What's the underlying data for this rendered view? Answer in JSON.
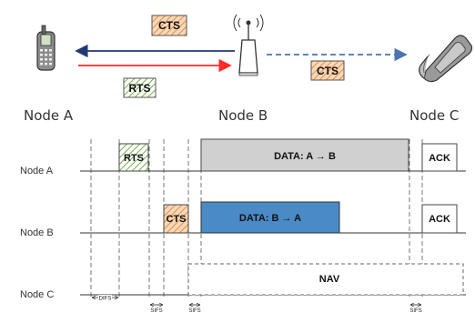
{
  "nodes": {
    "a": "Node A",
    "b": "Node B",
    "c": "Node C"
  },
  "arrows": {
    "cts_top": "CTS",
    "rts": "RTS",
    "cts_right": "CTS"
  },
  "timeline": {
    "rows": [
      "Node A",
      "Node B",
      "Node C"
    ],
    "rts": "RTS",
    "cts": "CTS",
    "data_ab": "DATA: A → B",
    "data_ba": "DATA: B → A",
    "ack_a": "ACK",
    "ack_b": "ACK",
    "nav": "NAV",
    "difs": "DIFS",
    "sifs1": "SIFS",
    "sifs2": "SIFS",
    "sifs3": "SIFS"
  },
  "colors": {
    "rts_arrow": "#ff2a2a",
    "cts_arrow": "#1f3a73",
    "rts_fill": "#6fb04a",
    "cts_fill": "#e58b4a",
    "data_ab_fill": "#d0d0d0",
    "data_ba_fill": "#4a8ac6"
  },
  "icons": [
    "phone-icon",
    "access-point-icon",
    "flip-phone-icon"
  ]
}
